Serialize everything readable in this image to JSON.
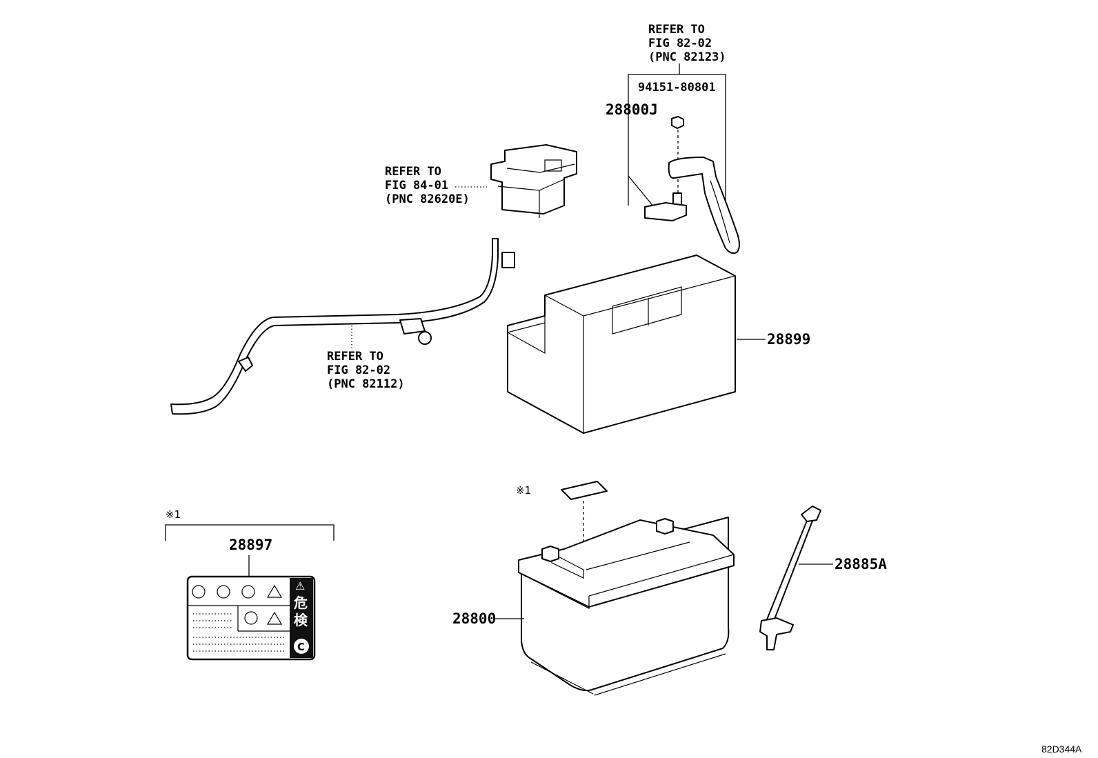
{
  "labels": {
    "ref_82123": {
      "line1": "REFER TO",
      "line2": "FIG 82-02",
      "line3": "(PNC 82123)"
    },
    "ref_82620e": {
      "line1": "REFER TO",
      "line2": "FIG 84-01",
      "line3": "(PNC 82620E)"
    },
    "ref_82112": {
      "line1": "REFER TO",
      "line2": "FIG 82-02",
      "line3": "(PNC 82112)"
    },
    "nut_part": "94151-80801",
    "clamp_part": "28800J",
    "tray_part": "28899",
    "battery_part": "28800",
    "cable_part": "28885A",
    "label_part": "28897",
    "note_mark_label": "※1",
    "note_mark_battery": "※1",
    "label_kanji_1": "危",
    "label_kanji_2": "検",
    "label_badge": "C",
    "diagram_id": "82D344A"
  }
}
